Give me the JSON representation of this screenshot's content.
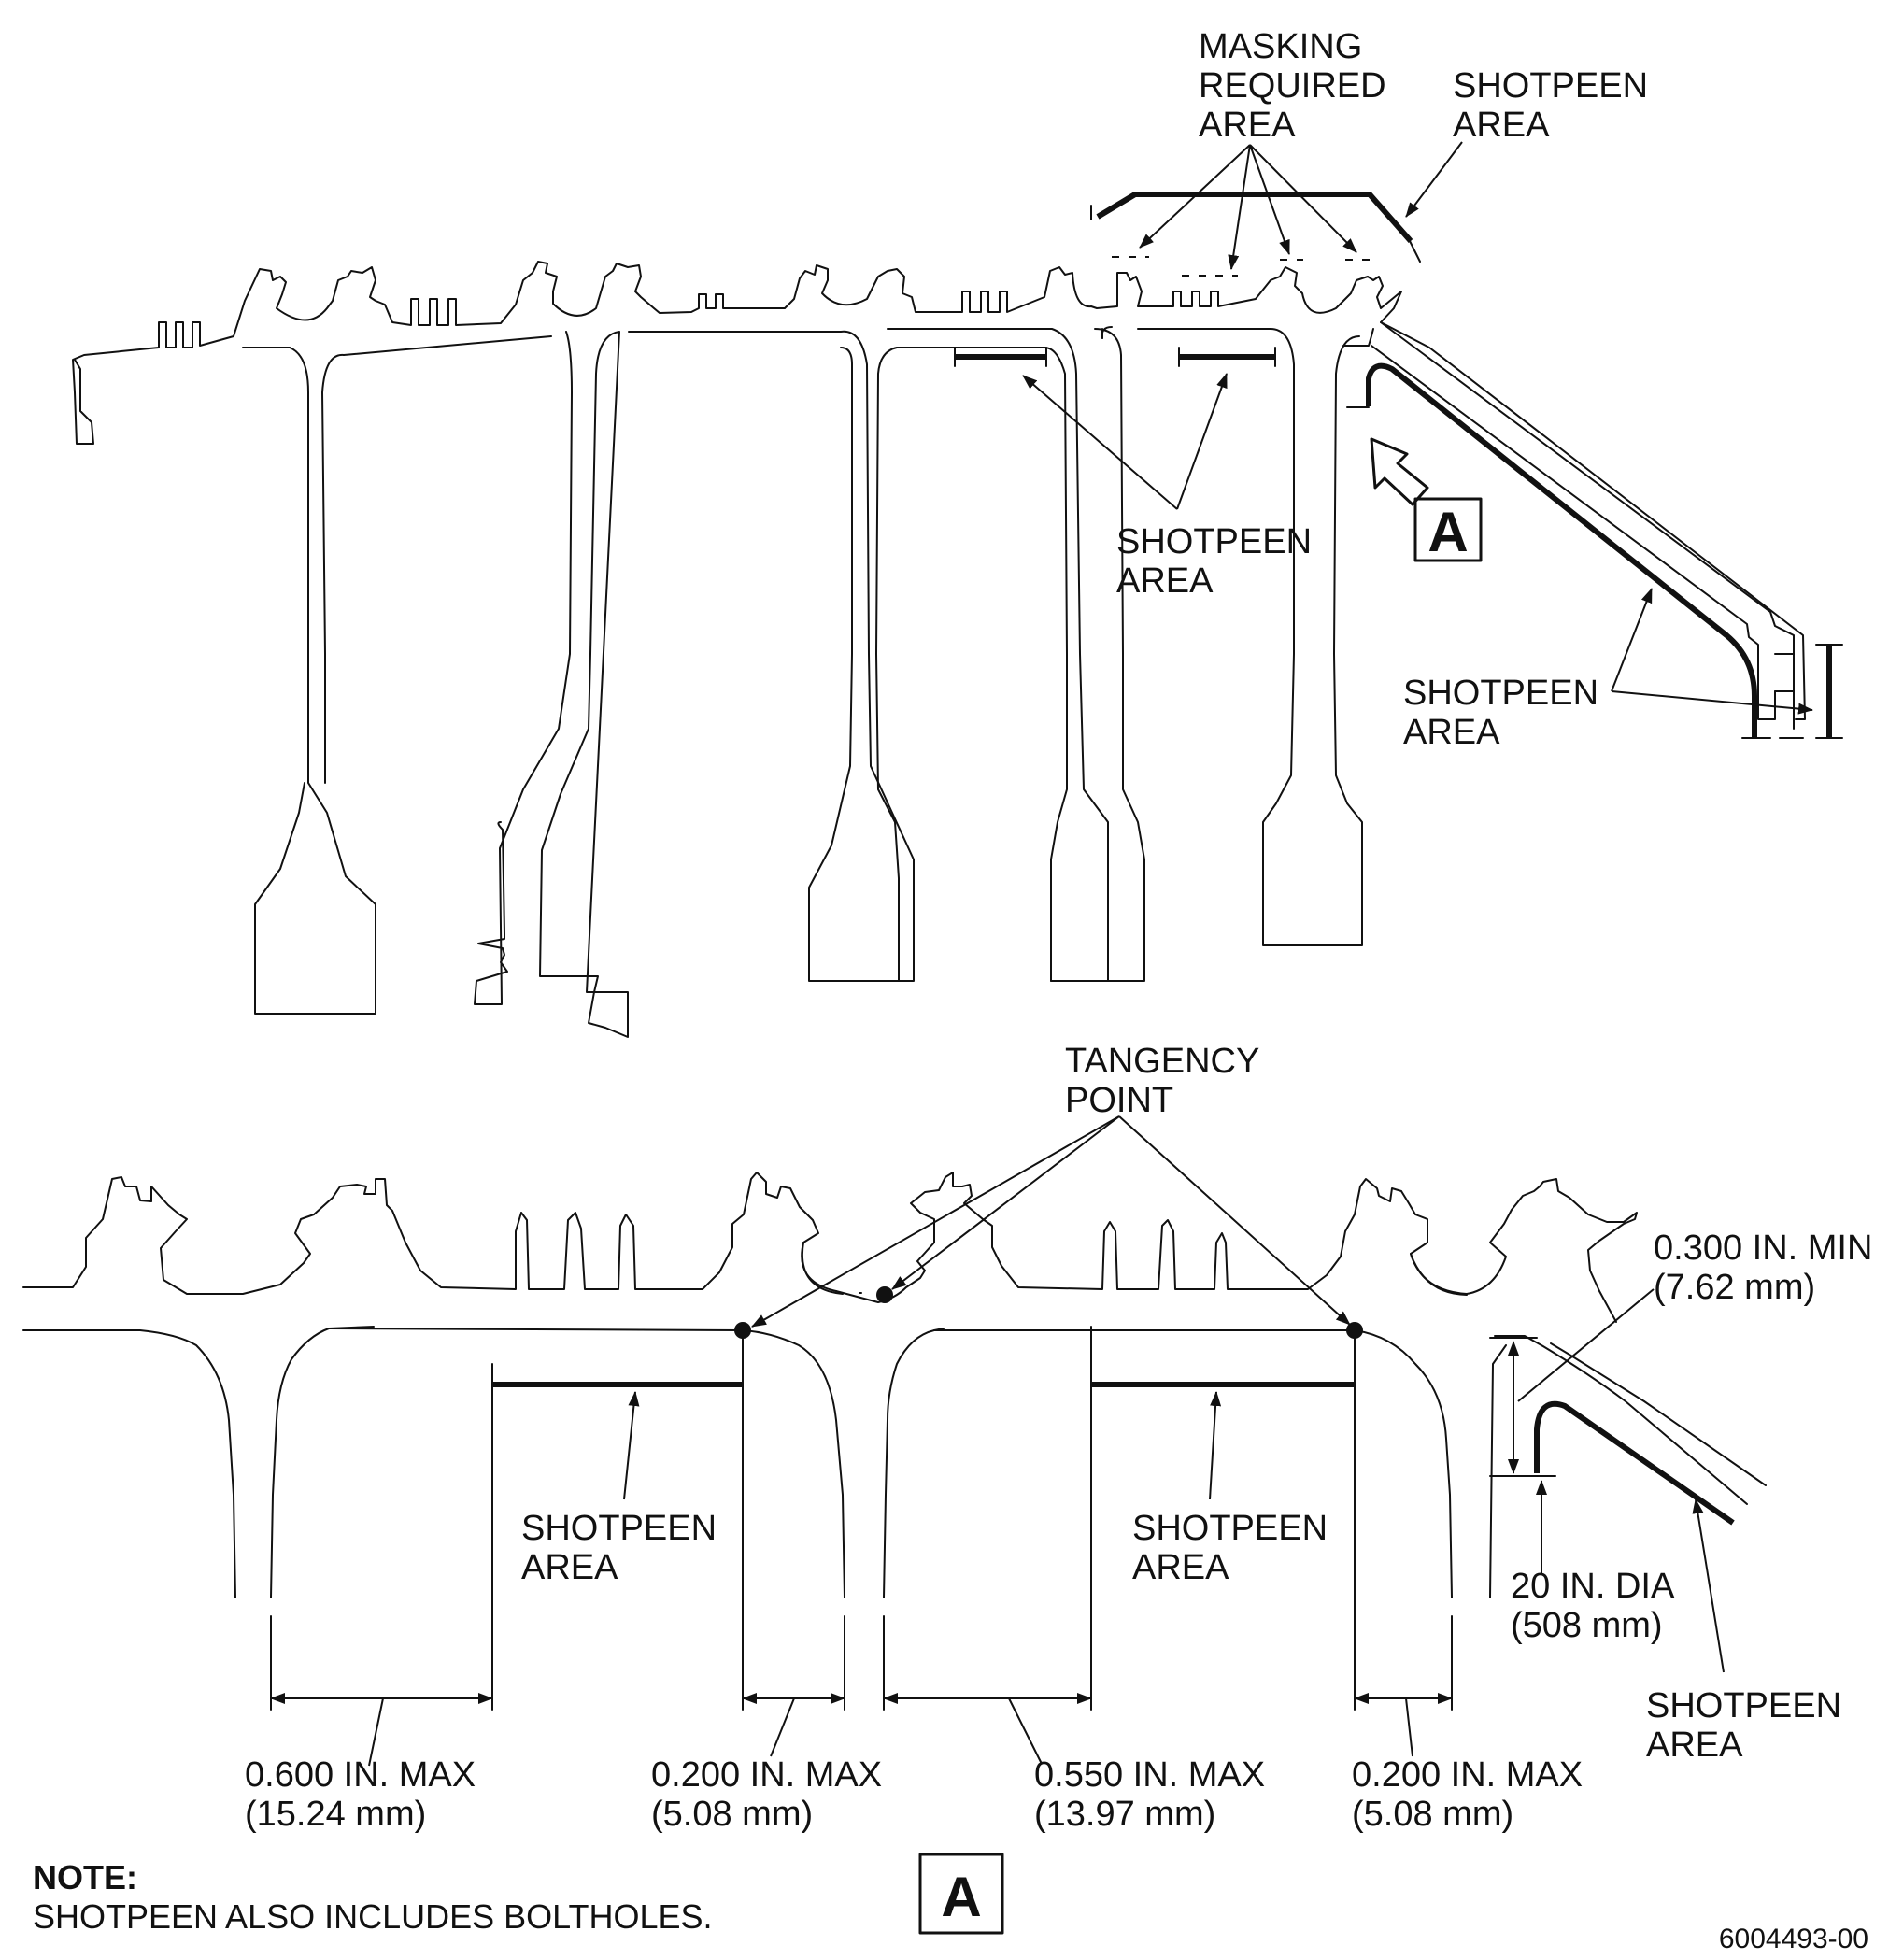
{
  "labels": {
    "masking_required_area": [
      "MASKING",
      "REQUIRED",
      "AREA"
    ],
    "shotpeen_area_top_right": [
      "SHOTPEEN",
      "AREA"
    ],
    "shotpeen_area_top_mid": [
      "SHOTPEEN",
      "AREA"
    ],
    "shotpeen_area_right_arm": [
      "SHOTPEEN",
      "AREA"
    ],
    "tangency_point": [
      "TANGENCY",
      "POINT"
    ],
    "shotpeen_area_detail_left": [
      "SHOTPEEN",
      "AREA"
    ],
    "shotpeen_area_detail_mid": [
      "SHOTPEEN",
      "AREA"
    ],
    "shotpeen_area_detail_right": [
      "SHOTPEEN",
      "AREA"
    ],
    "min_300": [
      "0.300 IN. MIN",
      "(7.62 mm)"
    ],
    "dia_20": [
      "20 IN. DIA",
      "(508 mm)"
    ],
    "dim_600": [
      "0.600 IN. MAX",
      "(15.24 mm)"
    ],
    "dim_200_a": [
      "0.200 IN. MAX",
      "(5.08 mm)"
    ],
    "dim_550": [
      "0.550 IN. MAX",
      "(13.97 mm)"
    ],
    "dim_200_b": [
      "0.200 IN. MAX",
      "(5.08 mm)"
    ]
  },
  "callout_letter": "A",
  "detail_letter": "A",
  "note": {
    "heading": "NOTE:",
    "body": "SHOTPEEN ALSO INCLUDES BOLTHOLES."
  },
  "figure_code": "6004493-00"
}
